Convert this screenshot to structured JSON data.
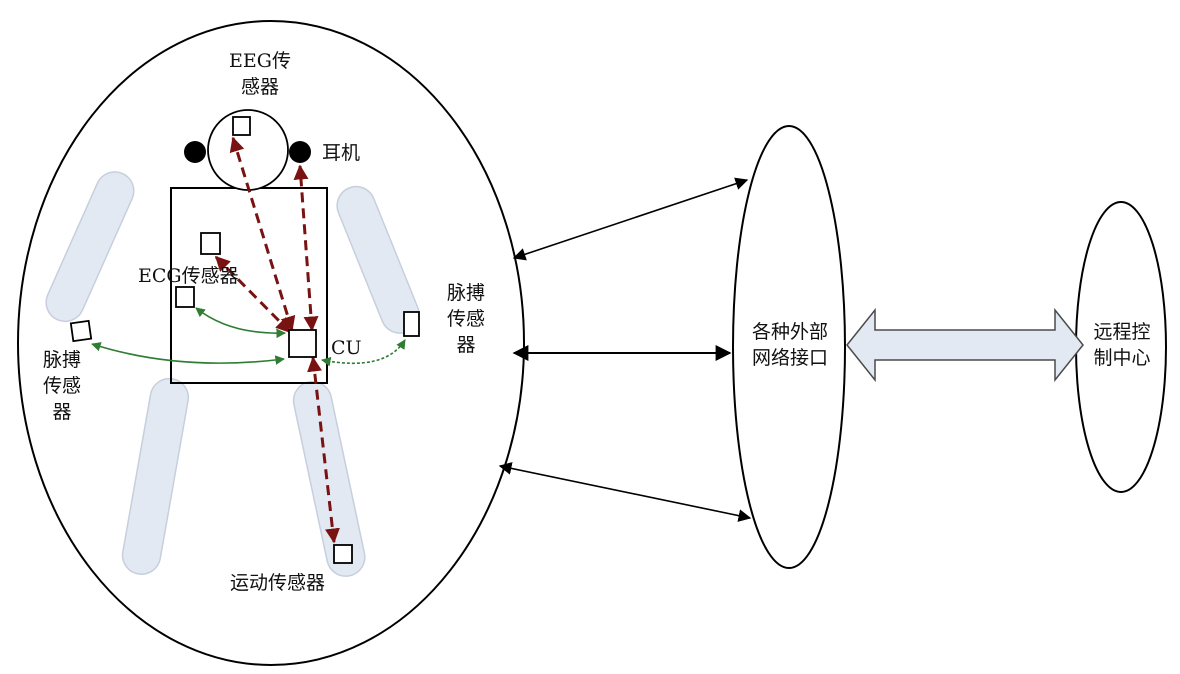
{
  "labels": {
    "eeg_sensor_line1": "EEG传",
    "eeg_sensor_line2": "感器",
    "earphone": "耳机",
    "ecg_sensor": "ECG传感器",
    "cu": "CU",
    "pulse_right_line1": "脉搏",
    "pulse_right_line2": "传感",
    "pulse_right_line3": "器",
    "pulse_left_line1": "脉搏",
    "pulse_left_line2": "传感",
    "pulse_left_line3": "器",
    "motion_sensor": "运动传感器",
    "network_line1": "各种外部",
    "network_line2": "网络接口",
    "remote_line1": "远程控",
    "remote_line2": "制中心"
  },
  "colors": {
    "outline": "#000000",
    "limb_fill": "#e3e9f3",
    "limb_stroke": "#c7cfdd",
    "wired_link": "#7a1212",
    "wireless_link": "#2e7d32",
    "block_arrow_fill": "#e3e9f3",
    "block_arrow_stroke": "#4a4a4a"
  }
}
